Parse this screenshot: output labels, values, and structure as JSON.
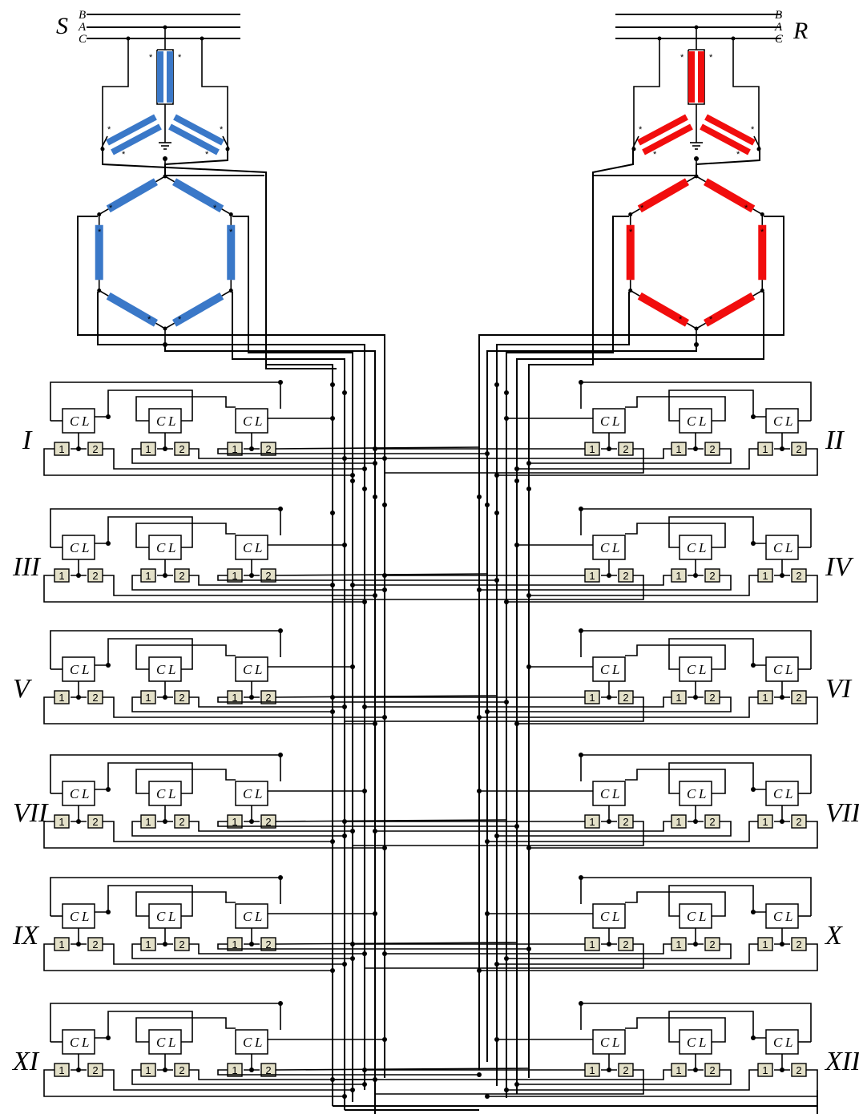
{
  "colors": {
    "s_machine": "#3a78c8",
    "r_machine": "#f10d0d",
    "wire": "#000000",
    "switch_fill": "#e3e0c8"
  },
  "machines": {
    "s": {
      "label": "S",
      "bus_labels": [
        "B",
        "A",
        "C"
      ]
    },
    "r": {
      "label": "R",
      "bus_labels": [
        "B",
        "A",
        "C"
      ]
    }
  },
  "winding_mark": "*",
  "cell_labels": {
    "c": "C",
    "l": "L",
    "sw1": "1",
    "sw2": "2"
  },
  "groups": [
    "I",
    "II",
    "III",
    "IV",
    "V",
    "VI",
    "VII",
    "VIII",
    "IX",
    "X",
    "XI",
    "XII"
  ]
}
